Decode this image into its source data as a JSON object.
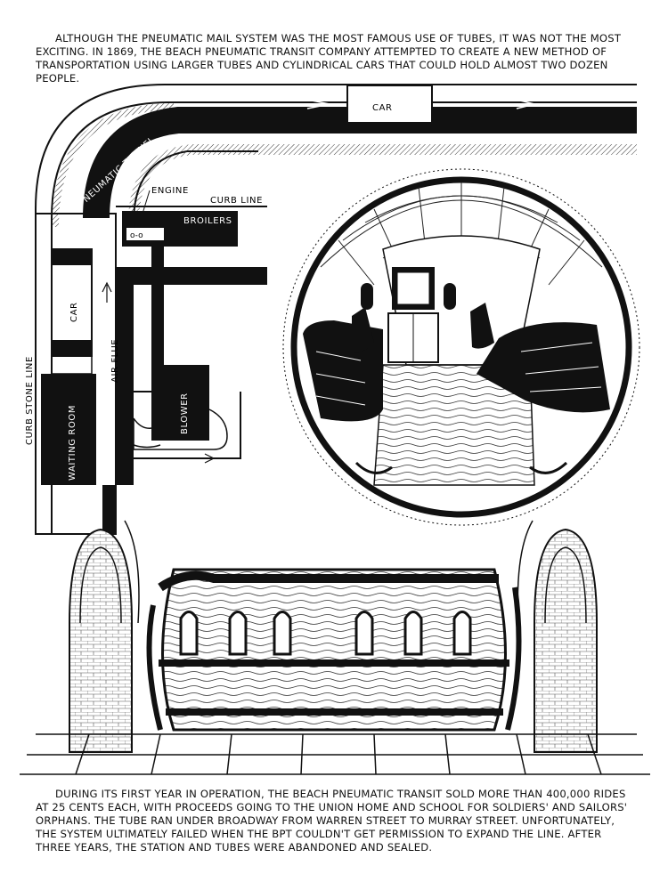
{
  "captions": {
    "top": "Although the pneumatic mail system was the most famous use of tubes, it was not the most exciting. In 1869, the Beach Pneumatic Transit Company attempted to create a new method of transportation using larger tubes and cylindrical cars that could hold almost two dozen people.",
    "bottom": "During its first year in operation, the Beach Pneumatic Transit sold more than 400,000 rides at 25 cents each, with proceeds going to the Union Home and School for Soldiers' and Sailors' Orphans. The tube ran under Broadway from Warren Street to Murray Street. Unfortunately, the system ultimately failed when the BPT couldn't get permission to expand the line. After three years, the station and tubes were abandoned and sealed."
  },
  "diagram": {
    "car_top": "Car",
    "pneumatic_tunnel": "Pneumatic Tunnel",
    "engine": "Engine",
    "curb_line": "Curb Line",
    "boilers": "Broilers",
    "car_side": "Car",
    "air_flue": "Air Flue",
    "curb_stone_line": "Curb Stone Line",
    "waiting_room": "Waiting Room",
    "blower": "Blower"
  }
}
